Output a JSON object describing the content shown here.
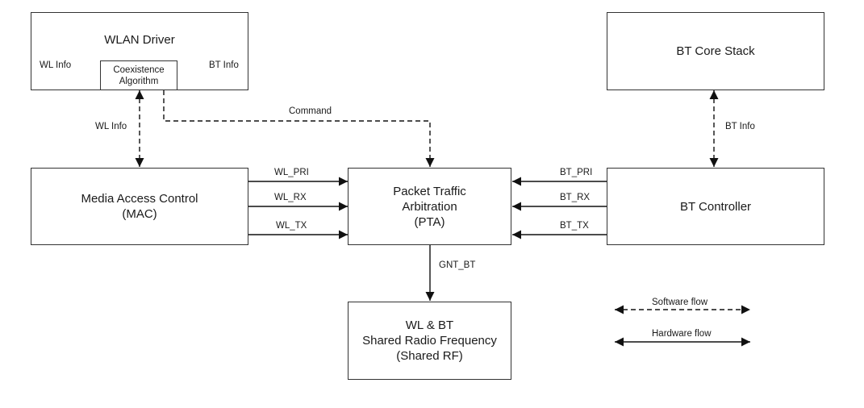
{
  "blocks": {
    "wlan_driver": {
      "title": "WLAN Driver"
    },
    "bt_core_stack": {
      "title": "BT Core Stack"
    },
    "coexistence": {
      "line1": "Coexistence",
      "line2": "Algorithm"
    },
    "mac": {
      "line1": "Media Access Control",
      "line2": "(MAC)"
    },
    "pta": {
      "line1": "Packet Traffic",
      "line2": "Arbitration",
      "line3": "(PTA)"
    },
    "bt_controller": {
      "title": "BT Controller"
    },
    "shared_rf": {
      "line1": "WL & BT",
      "line2": "Shared Radio Frequency",
      "line3": "(Shared RF)"
    }
  },
  "signals": {
    "wl_info_in": "WL Info",
    "bt_info_in": "BT Info",
    "wl_info_driver_mac": "WL Info",
    "command": "Command",
    "bt_info_stack_ctrl": "BT Info",
    "wl_pri": "WL_PRI",
    "wl_rx": "WL_RX",
    "wl_tx": "WL_TX",
    "bt_pri": "BT_PRI",
    "bt_rx": "BT_RX",
    "bt_tx": "BT_TX",
    "gnt_bt": "GNT_BT"
  },
  "legend": {
    "software_flow": "Software flow",
    "hardware_flow": "Hardware flow"
  }
}
